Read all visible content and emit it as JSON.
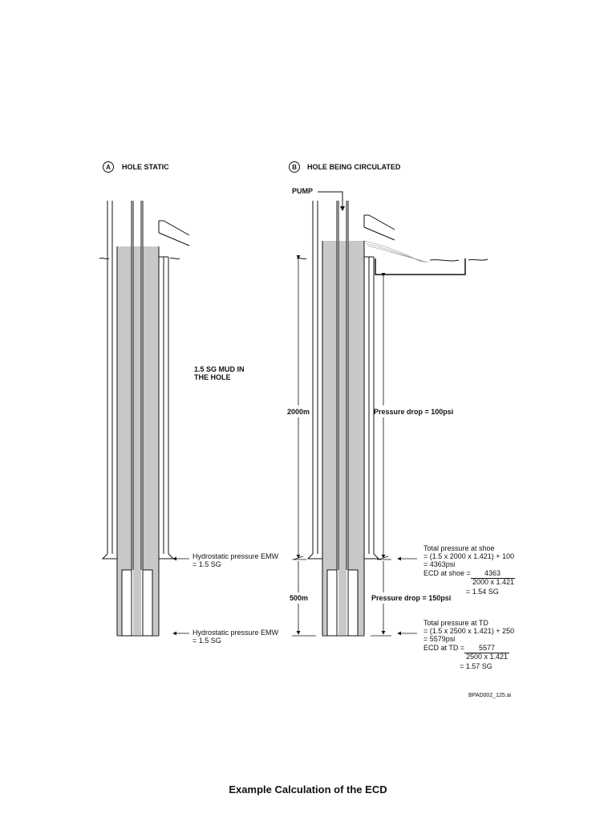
{
  "panel_a": {
    "letter": "A",
    "title": "HOLE STATIC"
  },
  "panel_b": {
    "letter": "B",
    "title": "HOLE BEING CIRCULATED"
  },
  "pump_label": "PUMP",
  "mud_label_1": "1.5 SG MUD IN",
  "mud_label_2": "THE HOLE",
  "depth_upper": "2000m",
  "depth_lower": "500m",
  "pressure_drop_upper": "Pressure drop = 100psi",
  "pressure_drop_lower": "Pressure drop = 150psi",
  "hydro_shoe_1": "Hydrostatic pressure EMW",
  "hydro_shoe_2": "= 1.5 SG",
  "hydro_td_1": "Hydrostatic pressure EMW",
  "hydro_td_2": "= 1.5 SG",
  "shoe_calc": {
    "line1": "Total pressure at shoe",
    "line2": "= (1.5 x 2000 x 1.421) + 100",
    "line3": "= 4363psi",
    "ecd_label": "ECD at shoe =",
    "numerator": "4363",
    "denominator": "2000 x 1.421",
    "result": "= 1.54 SG"
  },
  "td_calc": {
    "line1": "Total pressure at TD",
    "line2": "= (1.5 x 2500 x 1.421) + 250",
    "line3": "= 5579psi",
    "ecd_label": "ECD at TD =",
    "numerator": "5577",
    "denominator": "2500 x 1.421",
    "result": "= 1.57 SG"
  },
  "file_ref": "BPAD002_125.ai",
  "caption": "Example Calculation of the ECD",
  "colors": {
    "mud": "#c8c8c8",
    "line": "#111111"
  }
}
